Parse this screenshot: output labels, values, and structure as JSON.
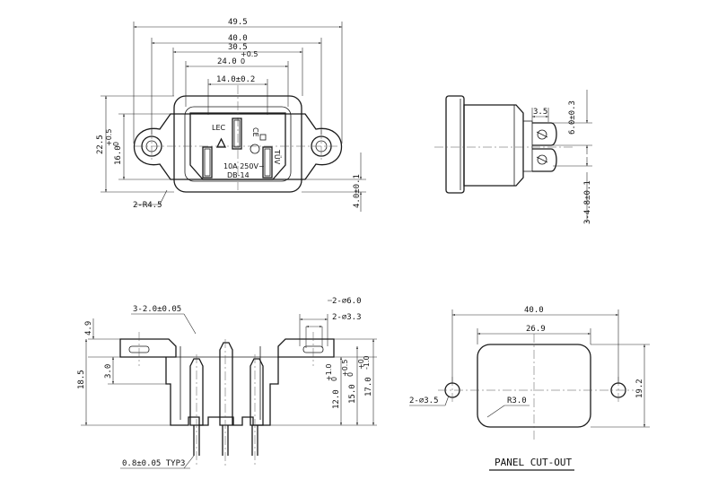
{
  "front_view": {
    "dims": {
      "w495": "49.5",
      "w400": "40.0",
      "w305": "30.5",
      "w240": "24.0",
      "w240_tol_up": "+0.5",
      "w240_tol_dn": "0",
      "w140": "14.0±0.2",
      "h225": "22.5",
      "h160": "16.0",
      "h160_tol_up": "+0.5",
      "h160_tol_dn": "0",
      "h40": "4.0±0.1",
      "r45": "2-R4.5"
    },
    "marks": {
      "lec": "LEC",
      "rating": "10A 250V~",
      "model": "DB-14",
      "cert_a": "CE",
      "cert_b": "TÜV"
    }
  },
  "side_view": {
    "dims": {
      "d35": "3.5",
      "d60": "6.0±0.3",
      "d348": "3-4.8±0.1"
    }
  },
  "section_view": {
    "dims": {
      "pitch": "3-2.0±0.05",
      "d60": "2-⌀6.0",
      "d33": "2-⌀3.3",
      "h49": "4.9",
      "h185": "18.5",
      "h30": "3.0",
      "h120": "12.0",
      "h120_tol_up": "+1.0",
      "h120_tol_dn": "0",
      "h150": "15.0",
      "h150_tol_up": "+0.5",
      "h150_tol_dn": "0",
      "h170": "17.0",
      "h170_tol_up": "+0",
      "h170_tol_dn": "-1.0",
      "pin": "0.8±0.05 TYP3"
    }
  },
  "cutout_view": {
    "dims": {
      "w400": "40.0",
      "w269": "26.9",
      "d35": "2-⌀3.5",
      "r30": "R3.0",
      "h192": "19.2"
    },
    "caption": "PANEL CUT-OUT"
  }
}
